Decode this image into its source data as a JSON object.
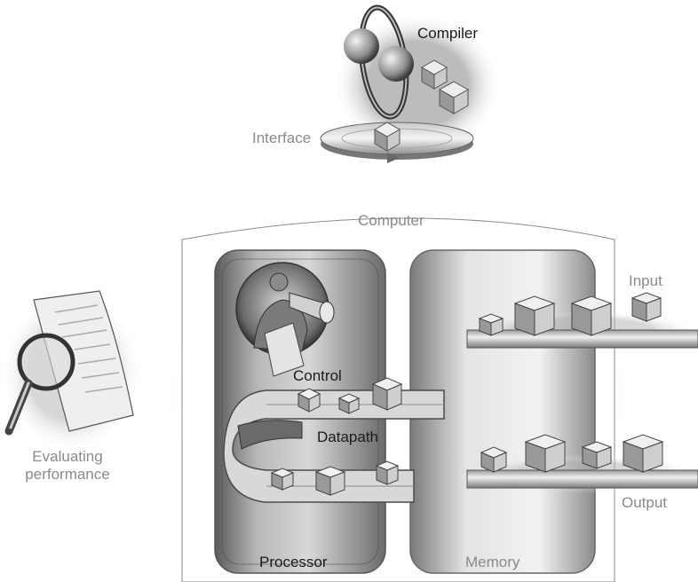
{
  "labels": {
    "compiler": "Compiler",
    "interface": "Interface",
    "computer": "Computer",
    "input": "Input",
    "control": "Control",
    "datapath": "Datapath",
    "evaluating_line1": "Evaluating",
    "evaluating_line2": "performance",
    "output": "Output",
    "processor": "Processor",
    "memory": "Memory"
  },
  "colors": {
    "label_dark": "#1a1a1a",
    "label_grey": "#8a8a8a",
    "shade_dark": "#3a3a3a",
    "shade_mid": "#9a9a9a",
    "shade_light": "#e6e6e6"
  },
  "icons": {
    "compiler": "gyroscope-rings-with-spheres-and-cubes",
    "interface": "disc-with-cube",
    "evaluating": "magnifying-glass-over-document",
    "control": "figure-with-megaphone"
  }
}
